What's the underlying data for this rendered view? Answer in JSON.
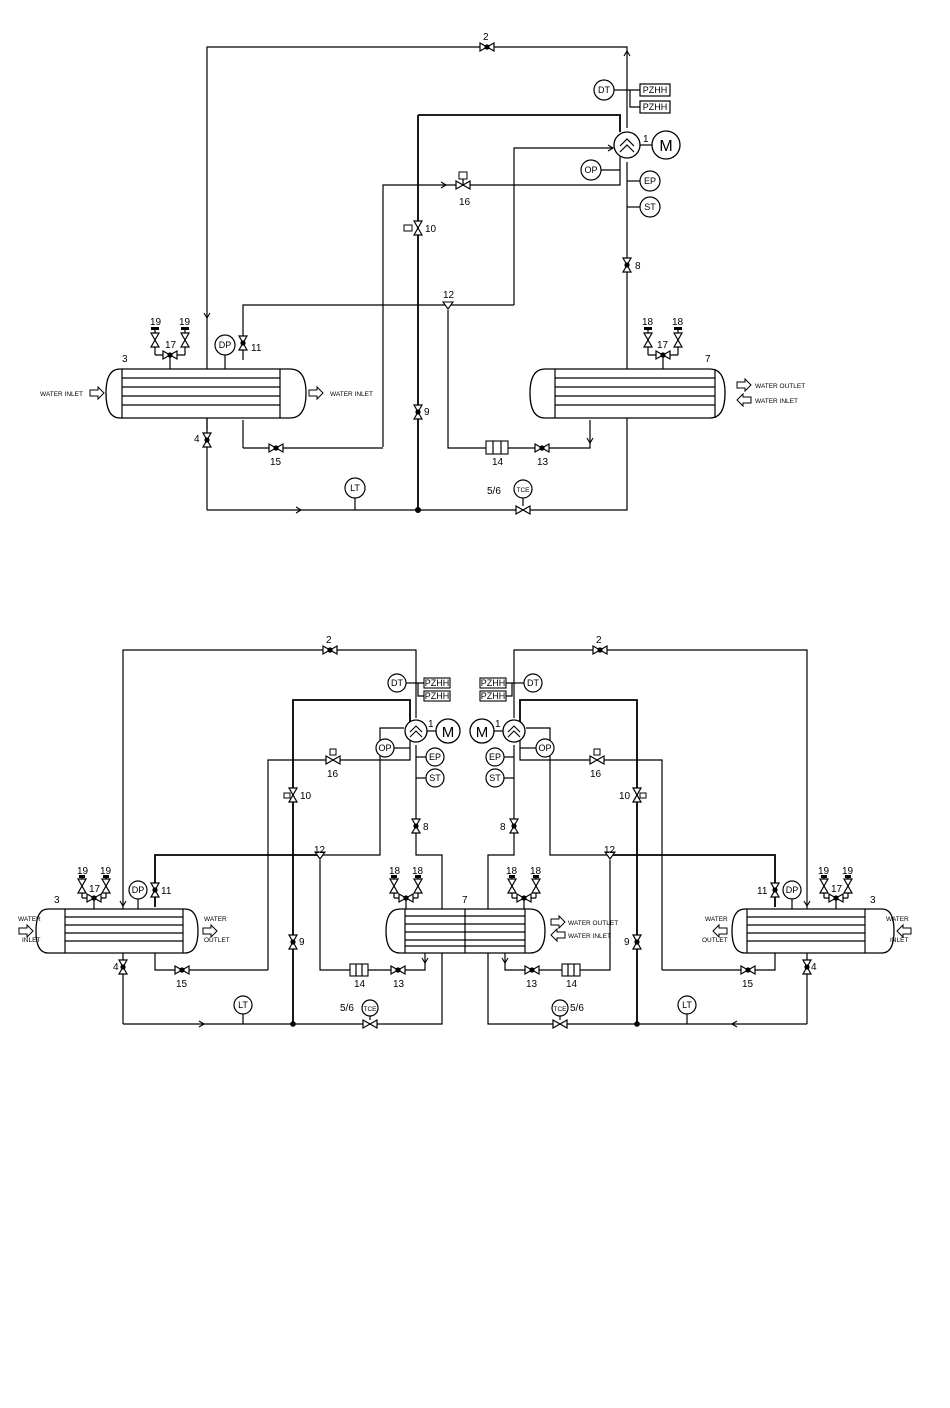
{
  "icons": [
    "gate-valve-icon",
    "check-valve-icon",
    "solenoid-valve-icon",
    "relief-valve-icon",
    "three-way-valve-icon",
    "pump-icon",
    "motor-icon",
    "instrument-bubble-icon",
    "flow-arrow-icon",
    "junction-dot-icon"
  ],
  "top": {
    "labels": {
      "n1": "1",
      "n2": "2",
      "n3": "3",
      "n4": "4",
      "n5_6": "5/6",
      "n7": "7",
      "n8": "8",
      "n9": "9",
      "n10": "10",
      "n11": "11",
      "n12": "12",
      "n13": "13",
      "n14": "14",
      "n15": "15",
      "n16": "16",
      "n17a": "17",
      "n17b": "17",
      "n18a": "18",
      "n18b": "18",
      "n19a": "19",
      "n19b": "19"
    },
    "instruments": {
      "dt": "DT",
      "pzhh1": "PZHH",
      "pzhh2": "PZHH",
      "op": "OP",
      "ep": "EP",
      "st": "ST",
      "dp": "DP",
      "lt": "LT",
      "tce": "TCE",
      "motor": "M"
    },
    "water": {
      "left_in": "WATER INLET",
      "left_out": "WATER INLET",
      "right_out": "WATER OUTLET",
      "right_in": "WATER INLET"
    }
  },
  "bottom": {
    "left": {
      "labels": {
        "n1": "1",
        "n2": "2",
        "n3": "3",
        "n4": "4",
        "n5_6": "5/6",
        "n8": "8",
        "n9": "9",
        "n10": "10",
        "n11": "11",
        "n12": "12",
        "n13": "13",
        "n14": "14",
        "n15": "15",
        "n16": "16",
        "n17": "17",
        "n18a": "18",
        "n18b": "18",
        "n19a": "19",
        "n19b": "19"
      },
      "instruments": {
        "dt": "DT",
        "pzhh1": "PZHH",
        "pzhh2": "PZHH",
        "op": "OP",
        "ep": "EP",
        "st": "ST",
        "dp": "DP",
        "lt": "LT",
        "tce": "TCE",
        "motor": "M"
      },
      "water": {
        "in1": "WATER",
        "in2": "INLET",
        "out1": "WATER",
        "out2": "OUTLET"
      }
    },
    "right": {
      "labels": {
        "n1": "1",
        "n2": "2",
        "n3": "3",
        "n4": "4",
        "n5_6": "5/6",
        "n8": "8",
        "n9": "9",
        "n10": "10",
        "n11": "11",
        "n12": "12",
        "n13": "13",
        "n14": "14",
        "n15": "15",
        "n16": "16",
        "n17": "17",
        "n18a": "18",
        "n18b": "18",
        "n19a": "19",
        "n19b": "19"
      },
      "instruments": {
        "dt": "DT",
        "pzhh1": "PZHH",
        "pzhh2": "PZHH",
        "op": "OP",
        "ep": "EP",
        "st": "ST",
        "dp": "DP",
        "lt": "LT",
        "tce": "TCE",
        "motor": "M"
      },
      "water": {
        "in1": "WATER",
        "in2": "INLET",
        "out1": "WATER",
        "out2": "OUTLET"
      }
    },
    "center": {
      "n7": "7",
      "water_out": "WATER OUTLET",
      "water_in": "WATER INLET"
    }
  }
}
